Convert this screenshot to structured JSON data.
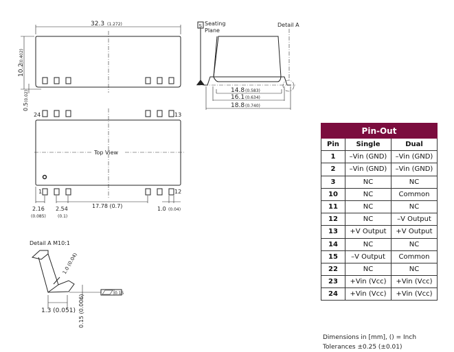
{
  "side_view": {
    "length_dim": "32.3",
    "length_in": "(1.272)",
    "height_dim": "10.2",
    "height_in": "(0.402)",
    "standoff_dim": "0.5",
    "standoff_in": "(0.02)"
  },
  "front_view": {
    "seating_symbol": "S",
    "seating_label_1": "Seating",
    "seating_label_2": "Plane",
    "detail_label": "Detail A",
    "dim1": "14.8",
    "dim1_in": "(0.583)",
    "dim2": "16.1",
    "dim2_in": "(0.634)",
    "dim3": "18.8",
    "dim3_in": "(0.740)"
  },
  "top_view": {
    "label": "Top View",
    "pin_24": "24",
    "pin_13": "13",
    "pin_1": "1",
    "pin_12": "12",
    "pitch_edge": "2.16",
    "pitch_edge_in": "(0.085)",
    "pitch": "2.54",
    "pitch_in": "(0.1)",
    "row_span": "17.78 (0.7)",
    "pin_width": "1.0",
    "pin_width_in": "(0.04)"
  },
  "detail_a": {
    "title": "Detail A   M10:1",
    "lead_width": "1.0 (0.04)",
    "foot_length": "1.3 (0.051)",
    "thickness": "0.15 (0.006)",
    "flatness": "0.15"
  },
  "pinout": {
    "title": "Pin-Out",
    "headers": [
      "Pin",
      "Single",
      "Dual"
    ],
    "rows": [
      [
        "1",
        "–Vin (GND)",
        "–Vin (GND)"
      ],
      [
        "2",
        "–Vin (GND)",
        "–Vin (GND)"
      ],
      [
        "3",
        "NC",
        "NC"
      ],
      [
        "10",
        "NC",
        "Common"
      ],
      [
        "11",
        "NC",
        "NC"
      ],
      [
        "12",
        "NC",
        "–V Output"
      ],
      [
        "13",
        "+V Output",
        "+V Output"
      ],
      [
        "14",
        "NC",
        "NC"
      ],
      [
        "15",
        "–V Output",
        "Common"
      ],
      [
        "22",
        "NC",
        "NC"
      ],
      [
        "23",
        "+Vin (Vcc)",
        "+Vin (Vcc)"
      ],
      [
        "24",
        "+Vin (Vcc)",
        "+Vin (Vcc)"
      ]
    ]
  },
  "notes": {
    "dimensions": "Dimensions in [mm], () = Inch",
    "tolerances": "Tolerances  ±0.25 (±0.01)"
  },
  "colors": {
    "table_header": "#7b0d3e"
  }
}
